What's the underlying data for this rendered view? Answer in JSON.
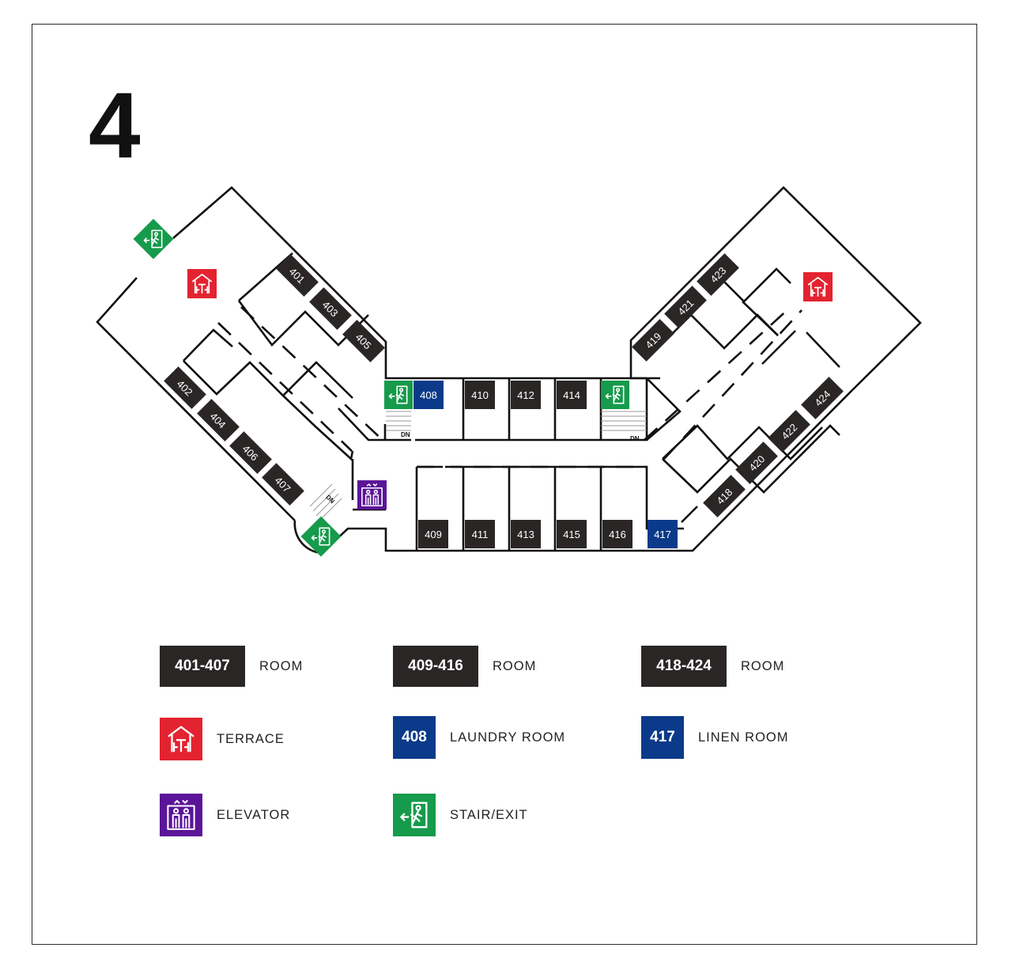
{
  "floor": "4",
  "colors": {
    "room": "#2a2626",
    "terrace": "#e3232f",
    "service": "#0b3a8a",
    "elevator": "#5b1598",
    "stair": "#169a4b",
    "wall": "#111111"
  },
  "rooms": {
    "r401": "401",
    "r402": "402",
    "r403": "403",
    "r404": "404",
    "r405": "405",
    "r406": "406",
    "r407": "407",
    "r408": "408",
    "r409": "409",
    "r410": "410",
    "r411": "411",
    "r412": "412",
    "r413": "413",
    "r414": "414",
    "r415": "415",
    "r416": "416",
    "r417": "417",
    "r418": "418",
    "r419": "419",
    "r420": "420",
    "r421": "421",
    "r422": "422",
    "r423": "423",
    "r424": "424"
  },
  "stair_marks": {
    "dn": "DN"
  },
  "icons": {
    "terrace": "terrace-icon",
    "elevator": "elevator-icon",
    "stair": "stair-exit-icon"
  },
  "legend": {
    "rooms_a": {
      "code": "401-407",
      "label": "ROOM"
    },
    "rooms_b": {
      "code": "409-416",
      "label": "ROOM"
    },
    "rooms_c": {
      "code": "418-424",
      "label": "ROOM"
    },
    "terrace": {
      "label": "TERRACE"
    },
    "laundry": {
      "code": "408",
      "label": "LAUNDRY ROOM"
    },
    "linen": {
      "code": "417",
      "label": "LINEN ROOM"
    },
    "elevator": {
      "label": "ELEVATOR"
    },
    "stair": {
      "label": "STAIR/EXIT"
    }
  }
}
